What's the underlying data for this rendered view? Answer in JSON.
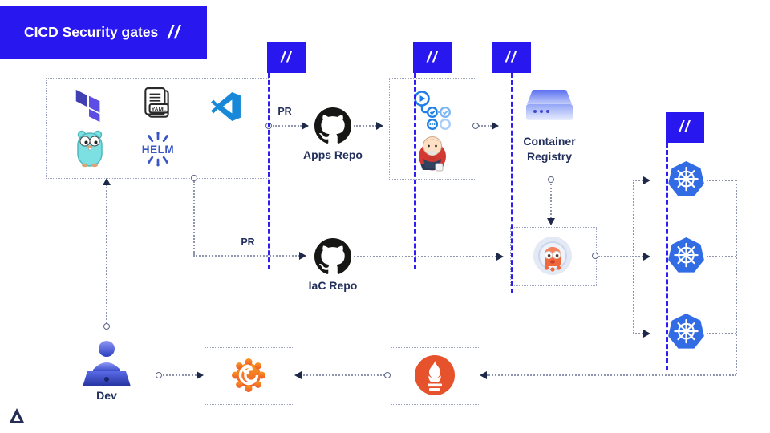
{
  "header": {
    "title": "CICD Security gates",
    "gate_mark": "//"
  },
  "gates": {
    "mark": "//",
    "count": 4
  },
  "labels": {
    "apps_repo": "Apps Repo",
    "iac_repo": "IaC Repo",
    "pr_apps": "PR",
    "pr_iac": "PR",
    "container_registry_line1": "Container",
    "container_registry_line2": "Registry",
    "dev": "Dev"
  },
  "icon_texts": {
    "yaml": "YAML",
    "helm": "HELM"
  },
  "icon_names": [
    "terraform-icon",
    "yaml-file-icon",
    "vscode-icon",
    "go-gopher-icon",
    "helm-icon",
    "github-icon-apps",
    "github-icon-iac",
    "workflow-pipeline-icon",
    "jenkins-icon",
    "container-registry-icon",
    "argo-cd-icon",
    "kubernetes-icon-1",
    "kubernetes-icon-2",
    "kubernetes-icon-3",
    "grafana-icon",
    "prometheus-icon",
    "dev-person-icon",
    "delta-logo-icon"
  ],
  "colors": {
    "gate_blue": "#2817ee",
    "gate_line_blue": "#2e1ef2",
    "connector_gray": "#8f95ad",
    "box_border": "#9fa4c0",
    "label_navy": "#23305c",
    "kubernetes_blue": "#326ce5",
    "argo_orange": "#f0693c",
    "prometheus_orange": "#e6522c",
    "grafana_orange_1": "#f8971d",
    "grafana_orange_2": "#f1582c",
    "github_black": "#161614",
    "terraform_purple_dark": "#4040b2",
    "terraform_purple": "#5c4ee5",
    "vscode_blue": "#1789d8",
    "gopher_teal": "#7ce0e3",
    "helm_blue": "#3a56c4",
    "jenkins_red": "#d33833",
    "registry_blue": "#6b7ff2",
    "dev_gradient_top": "#8d97f5",
    "dev_gradient_bottom": "#2b3ec0"
  }
}
